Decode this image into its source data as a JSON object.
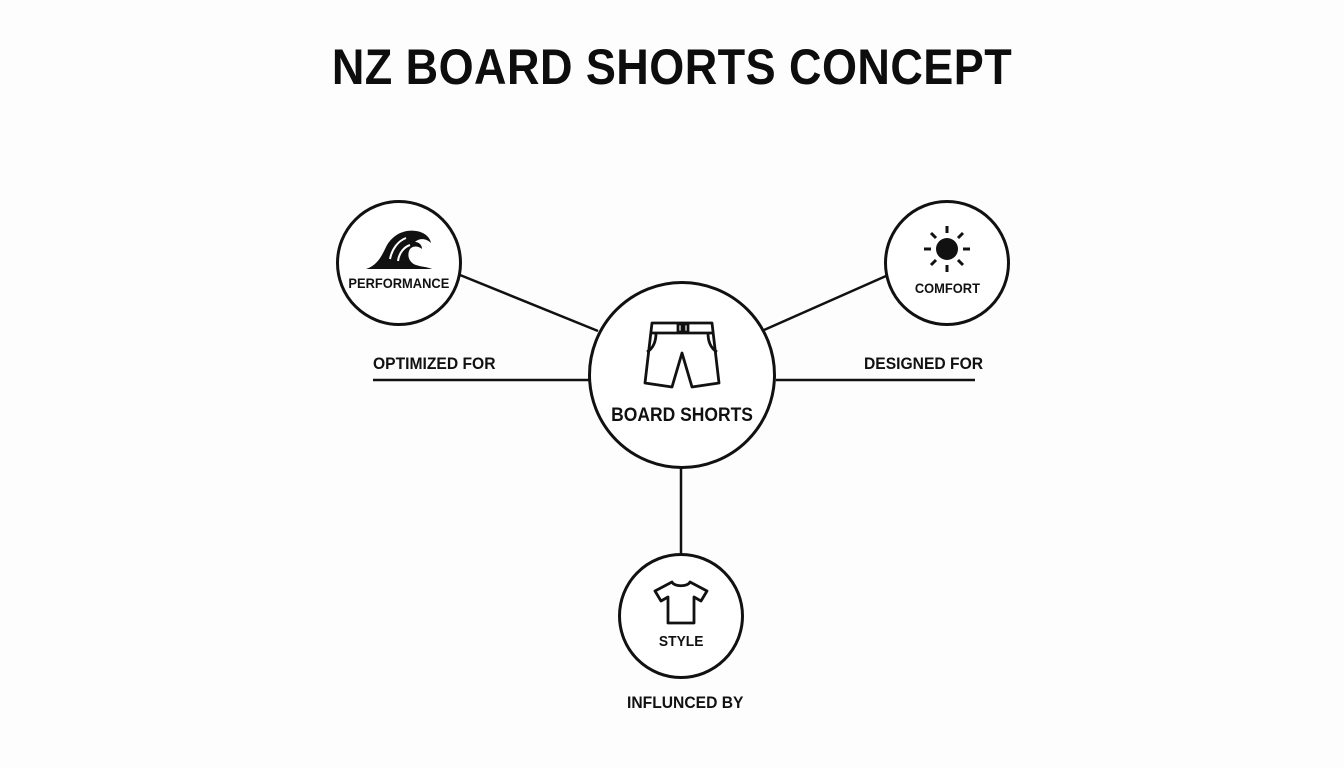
{
  "title": "NZ BOARD SHORTS CONCEPT",
  "center_node": {
    "label": "BOARD SHORTS",
    "icon": "board-shorts-icon"
  },
  "nodes": [
    {
      "id": "performance",
      "label": "PERFORMANCE",
      "icon": "wave-icon",
      "edge_label": "OPTIMIZED FOR"
    },
    {
      "id": "comfort",
      "label": "COMFORT",
      "icon": "sun-icon",
      "edge_label": "DESIGNED FOR"
    },
    {
      "id": "style",
      "label": "STYLE",
      "icon": "t-shirt-icon",
      "edge_label": "INFLUNCED BY"
    }
  ],
  "colors": {
    "stroke": "#111111",
    "background": "#fdfdfd"
  }
}
